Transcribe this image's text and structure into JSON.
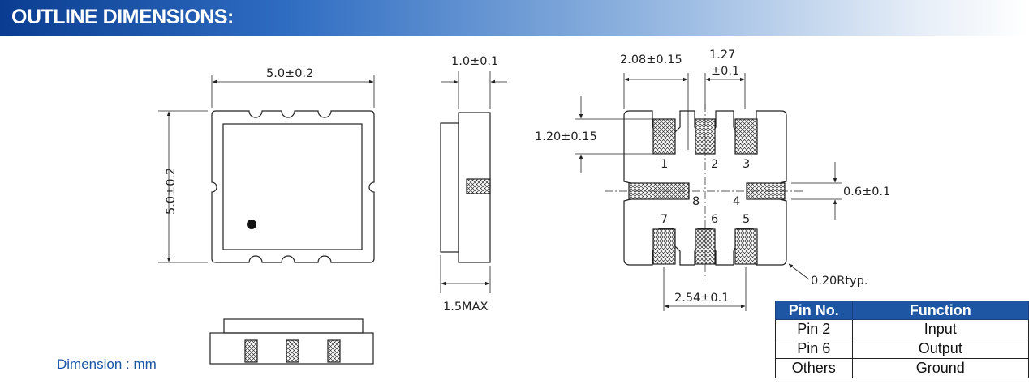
{
  "header": {
    "title": "OUTLINE DIMENSIONS:"
  },
  "dimensions": {
    "top_width": "5.0±0.2",
    "top_height": "5.0±0.2",
    "side_thickness": "1.0±0.1",
    "side_height": "1.5MAX",
    "pad_span": "2.08±0.15",
    "pad_pitch": "1.27",
    "pad_pitch_tol": "±0.1",
    "pad_length": "1.20±0.15",
    "pad_width": "0.6±0.1",
    "pad_spacing": "2.54±0.1",
    "corner_radius": "0.20Rtyp."
  },
  "pin_numbers": [
    "1",
    "2",
    "3",
    "4",
    "5",
    "6",
    "7",
    "8"
  ],
  "unit_note": "Dimension : mm",
  "pin_table": {
    "headers": [
      "Pin No.",
      "Function"
    ],
    "rows": [
      {
        "pin": "Pin 2",
        "function": "Input"
      },
      {
        "pin": "Pin 6",
        "function": "Output"
      },
      {
        "pin": "Others",
        "function": "Ground"
      }
    ]
  },
  "colors": {
    "banner": "#0a3d91",
    "table_header": "#1f56a3",
    "unit_note": "#1a56a6"
  }
}
